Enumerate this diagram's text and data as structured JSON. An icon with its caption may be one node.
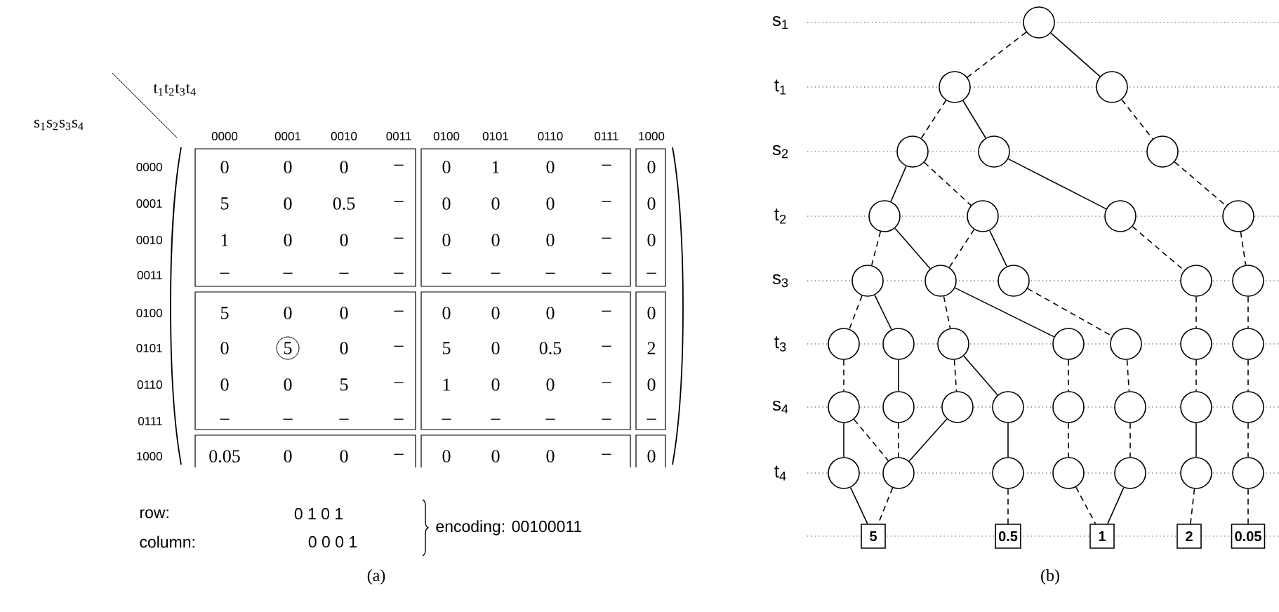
{
  "diagram": {
    "nodes": [
      {
        "text": [],
        "shape": "circle"
      },
      {
        "text": [],
        "shape": "circle"
      },
      {
        "text": [],
        "shape": "circle"
      },
      {
        "text": [],
        "shape": "circle"
      },
      {
        "text": [],
        "shape": "circle"
      },
      {
        "text": [],
        "shape": "circle"
      },
      {
        "text": [],
        "shape": "circle"
      },
      {
        "text": [],
        "shape": "circle"
      },
      {
        "text": [],
        "shape": "circle"
      },
      {
        "text": [],
        "shape": "circle"
      },
      {
        "text": [],
        "shape": "circle"
      },
      {
        "text": [],
        "shape": "circle"
      },
      {
        "text": [],
        "shape": "circle"
      },
      {
        "text": [],
        "shape": "circle"
      },
      {
        "text": [],
        "shape": "circle"
      },
      {
        "text": [],
        "shape": "circle"
      },
      {
        "text": [],
        "shape": "circle"
      },
      {
        "text": [],
        "shape": "circle"
      },
      {
        "text": [],
        "shape": "circle"
      },
      {
        "text": [],
        "shape": "circle"
      },
      {
        "text": [],
        "shape": "circle"
      },
      {
        "text": [],
        "shape": "circle"
      },
      {
        "text": [],
        "shape": "circle"
      },
      {
        "text": [],
        "shape": "circle"
      },
      {
        "text": [],
        "shape": "circle"
      },
      {
        "text": [],
        "shape": "circle"
      },
      {
        "text": [],
        "shape": "circle"
      },
      {
        "text": [],
        "shape": "circle"
      },
      {
        "text": [],
        "shape": "circle"
      },
      {
        "text": [],
        "shape": "circle"
      },
      {
        "text": [],
        "shape": "circle"
      },
      {
        "text": [],
        "shape": "circle"
      },
      {
        "text": [],
        "shape": "circle"
      },
      {
        "text": [],
        "shape": "circle"
      },
      {
        "text": [],
        "shape": "circle"
      },
      {
        "text": [],
        "shape": "circle"
      },
      {
        "text": [],
        "shape": "circle"
      },
      {
        "text": [
          "5"
        ]
      },
      {
        "text": [
          "0.5"
        ]
      },
      {
        "text": [
          "1"
        ]
      },
      {
        "text": [
          "2"
        ]
      },
      {
        "text": [
          "0.05"
        ]
      }
    ],
    "edges": [
      {
        "from": 0,
        "to": 1,
        "arrow": "none",
        "style": "dashed"
      },
      {
        "from": 0,
        "to": 2,
        "arrow": "none"
      },
      {
        "from": 1,
        "to": 3,
        "arrow": "none",
        "style": "dashed"
      },
      {
        "from": 1,
        "to": 4,
        "arrow": "none"
      },
      {
        "from": 2,
        "to": 5,
        "arrow": "none",
        "style": "dashed"
      },
      {
        "from": 3,
        "to": 6,
        "arrow": "none"
      },
      {
        "from": 3,
        "to": 7,
        "arrow": "none",
        "style": "dashed"
      },
      {
        "from": 4,
        "to": 8,
        "arrow": "none"
      },
      {
        "from": 5,
        "to": 9,
        "arrow": "none",
        "style": "dashed"
      },
      {
        "from": 6,
        "to": 10,
        "arrow": "none",
        "style": "dashed"
      },
      {
        "from": 6,
        "to": 11,
        "arrow": "none"
      },
      {
        "from": 7,
        "to": 11,
        "arrow": "none",
        "style": "dashed"
      },
      {
        "from": 7,
        "to": 12,
        "arrow": "none"
      },
      {
        "from": 8,
        "to": 13,
        "arrow": "none",
        "style": "dashed"
      },
      {
        "from": 9,
        "to": 14,
        "arrow": "none",
        "style": "dashed"
      },
      {
        "from": 10,
        "to": 15,
        "arrow": "none",
        "style": "dashed"
      },
      {
        "from": 10,
        "to": 16,
        "arrow": "none"
      },
      {
        "from": 11,
        "to": 17,
        "arrow": "none",
        "style": "dashed"
      },
      {
        "from": 11,
        "to": 18,
        "arrow": "none"
      },
      {
        "from": 12,
        "to": 19,
        "arrow": "none",
        "style": "dashed"
      },
      {
        "from": 13,
        "to": 20,
        "arrow": "none",
        "style": "dashed"
      },
      {
        "from": 14,
        "to": 21,
        "arrow": "none",
        "style": "dashed"
      },
      {
        "from": 15,
        "to": 22,
        "arrow": "none",
        "style": "dashed"
      },
      {
        "from": 16,
        "to": 23,
        "arrow": "none"
      },
      {
        "from": 17,
        "to": 24,
        "arrow": "none",
        "style": "dashed"
      },
      {
        "from": 17,
        "to": 25,
        "arrow": "none"
      },
      {
        "from": 18,
        "to": 26,
        "arrow": "none",
        "style": "dashed"
      },
      {
        "from": 19,
        "to": 27,
        "arrow": "none",
        "style": "dashed"
      },
      {
        "from": 20,
        "to": 28,
        "arrow": "none",
        "style": "dashed"
      },
      {
        "from": 21,
        "to": 29,
        "arrow": "none",
        "style": "dashed"
      },
      {
        "from": 22,
        "to": 30,
        "arrow": "none"
      },
      {
        "from": 22,
        "to": 31,
        "arrow": "none",
        "style": "dashed"
      },
      {
        "from": 23,
        "to": 31,
        "arrow": "none",
        "style": "dashed"
      },
      {
        "from": 24,
        "to": 31,
        "arrow": "none"
      },
      {
        "from": 25,
        "to": 32,
        "arrow": "none"
      },
      {
        "from": 26,
        "to": 33,
        "arrow": "none",
        "style": "dashed"
      },
      {
        "from": 27,
        "to": 34,
        "arrow": "none",
        "style": "dashed"
      },
      {
        "from": 28,
        "to": 35,
        "arrow": "none"
      },
      {
        "from": 29,
        "to": 36,
        "arrow": "none",
        "style": "dashed"
      },
      {
        "from": 30,
        "to": 37,
        "arrow": "none"
      },
      {
        "from": 31,
        "to": 37,
        "arrow": "none",
        "style": "dashed"
      },
      {
        "from": 32,
        "to": 38,
        "arrow": "none",
        "style": "dashed"
      },
      {
        "from": 33,
        "to": 39,
        "arrow": "none",
        "style": "dashed"
      },
      {
        "from": 34,
        "to": 39,
        "arrow": "none"
      },
      {
        "from": 35,
        "to": 40,
        "arrow": "none",
        "style": "dashed"
      },
      {
        "from": 36,
        "to": 41,
        "arrow": "none",
        "style": "dashed"
      }
    ],
    "labels": [
      "t$_{1}$t$_{2}$t$_{3}$t$_{4}$",
      "s$_{1}$s$_{2}$s$_{3}$s$_{4}$",
      "0000",
      "0001",
      "0010",
      "0011",
      "0100",
      "0101",
      "0110",
      "0111",
      "1000",
      "0000",
      "0",
      "0",
      "0",
      "–",
      "0",
      "1",
      "0",
      "–",
      "0",
      "0001",
      "5",
      "0",
      "0.5",
      "–",
      "0",
      "0",
      "0",
      "–",
      "0",
      "0010",
      "1",
      "0",
      "0",
      "–",
      "0",
      "0",
      "0",
      "–",
      "0",
      "0011",
      "–",
      "–",
      "–",
      "–",
      "–",
      "–",
      "–",
      "–",
      "–",
      "0100",
      "5",
      "0",
      "0",
      "–",
      "0",
      "0",
      "0",
      "–",
      "0",
      "0101",
      "0",
      "5",
      "0",
      "–",
      "5",
      "0",
      "0.5",
      "–",
      "2",
      "0110",
      "0",
      "0",
      "5",
      "–",
      "1",
      "0",
      "0",
      "–",
      "0",
      "0111",
      "–",
      "–",
      "–",
      "–",
      "–",
      "–",
      "–",
      "–",
      "–",
      "1000",
      "0.05",
      "0",
      "0",
      "–",
      "0",
      "0",
      "0",
      "–",
      "0",
      "row:",
      "0 1 0 1",
      "column:",
      "0 0 0 1",
      "encoding: 00100011",
      "(a)",
      "s$_{1}$",
      "t$_{1}$",
      "s$_{2}$",
      "t$_{2}$",
      "s$_{3}$",
      "t$_{3}$",
      "s$_{4}$",
      "t$_{4}$",
      "(b)"
    ]
  }
}
